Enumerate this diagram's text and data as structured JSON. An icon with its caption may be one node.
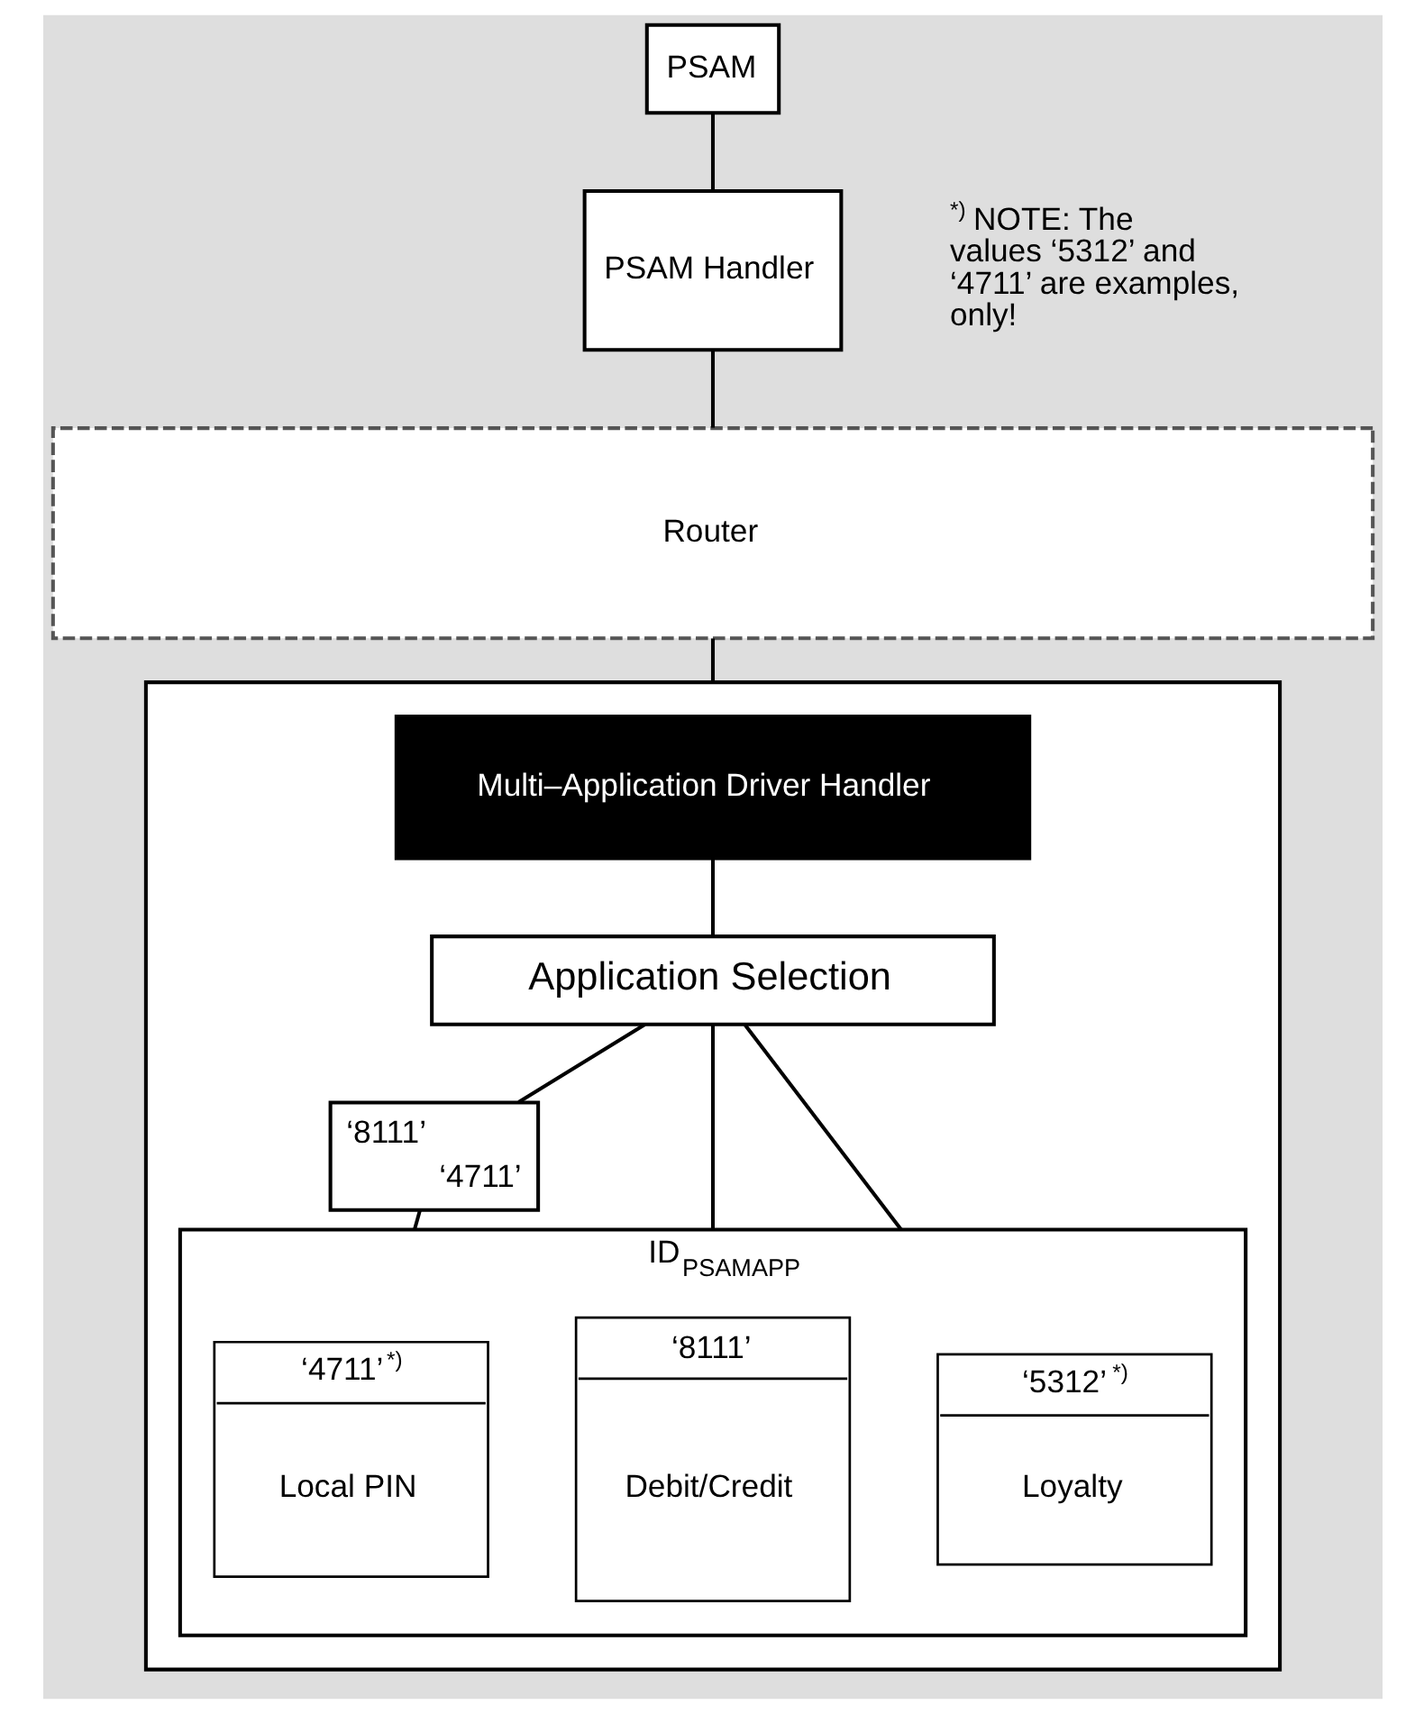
{
  "diagram": {
    "nodes": [
      {
        "text": [
          "PSAM"
        ]
      },
      {
        "text": [
          "PSAM Handler"
        ]
      },
      {
        "text": [
          "Router"
        ]
      },
      {
        "text": [],
        "shape": "box"
      },
      {
        "text": [
          "Multi–Application Driver Handler"
        ],
        "in": 3
      },
      {
        "text": [
          "Application Selection"
        ],
        "in": 3
      },
      {
        "text": [
          "‘8111’",
          "‘4711’"
        ],
        "in": 3
      },
      {
        "text": [
          "ID$_{PSAMAPP}$"
        ],
        "in": 3
      },
      {
        "text": [
          "‘8111’",
          "Debit/Credit"
        ],
        "in": 7
      },
      {
        "text": [
          "‘5312’$^{*)}$",
          "Loyalty"
        ],
        "in": 7
      },
      {
        "text": [
          "‘4711’$^{*)}$",
          "Local PIN"
        ],
        "in": 7
      }
    ],
    "edges": [
      {
        "from": 0,
        "to": 1,
        "arrow": "none"
      },
      {
        "from": 1,
        "to": 2,
        "arrow": "none"
      },
      {
        "from": 2,
        "to": 3,
        "arrow": "none"
      },
      {
        "from": 4,
        "to": 5,
        "arrow": "none"
      },
      {
        "from": 5,
        "to": 8,
        "arrow": "none"
      },
      {
        "from": 5,
        "to": 9,
        "arrow": "none"
      },
      {
        "from": 5,
        "to": 6,
        "arrow": "none"
      },
      {
        "from": 6,
        "to": 10,
        "arrow": "none"
      }
    ],
    "labels": [
      "$^{*)}$ NOTE: The values ‘5312’ and ‘4711’ are examples, only!"
    ]
  }
}
